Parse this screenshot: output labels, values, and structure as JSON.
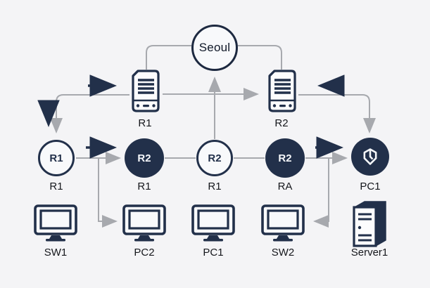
{
  "colors": {
    "background": "#f4f4f6",
    "navy": "#22304a",
    "connector_gray": "#a7a9ae",
    "label_text": "#15171c",
    "circle_text_light": "#f5f7fa"
  },
  "diagram": {
    "region": {
      "label": "Seoul"
    },
    "routers": [
      {
        "id": "router-1",
        "label": "R1"
      },
      {
        "id": "router-2",
        "label": "R2"
      }
    ],
    "core": [
      {
        "text": "R1",
        "label": "R1",
        "variant": "outline"
      },
      {
        "text": "R2",
        "label": "R1",
        "variant": "filled"
      },
      {
        "text": "R2",
        "label": "R1",
        "variant": "outline"
      },
      {
        "text": "R2",
        "label": "RA",
        "variant": "filled"
      },
      {
        "icon": "shield-icon",
        "label": "PC1",
        "variant": "filled"
      }
    ],
    "endpoints": [
      {
        "icon": "monitor-icon",
        "label": "SW1"
      },
      {
        "icon": "monitor-icon",
        "label": "PC2"
      },
      {
        "icon": "monitor-icon",
        "label": "PC1"
      },
      {
        "icon": "monitor-icon",
        "label": "SW2"
      },
      {
        "icon": "server-tower-icon",
        "label": "Server1"
      }
    ]
  }
}
